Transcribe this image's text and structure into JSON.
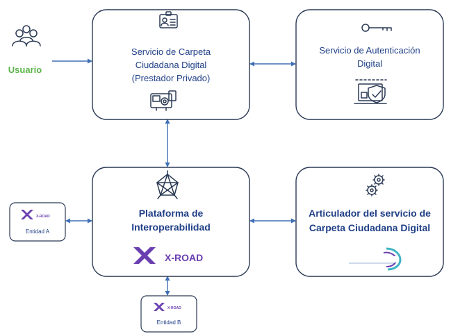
{
  "usuario": {
    "label": "Usuario"
  },
  "carpeta": {
    "lines": [
      "Servicio de Carpeta",
      "Ciudadana Digital",
      "(Prestador Privado)"
    ]
  },
  "autenticacion": {
    "lines": [
      "Servicio de Autenticación",
      "Digital"
    ]
  },
  "plataforma": {
    "lines": [
      "Plataforma de",
      "Interoperabilidad"
    ],
    "logo_text": "X-ROAD"
  },
  "articulador": {
    "lines": [
      "Articulador del servicio de",
      "Carpeta Ciudadana Digital"
    ]
  },
  "entidad_a": {
    "label": "Entidad A",
    "logo_text": "X-ROAD"
  },
  "entidad_b": {
    "label": "Entidad B",
    "logo_text": "X-ROAD"
  },
  "colors": {
    "text": "#1f3f86",
    "user": "#5bb54a",
    "connector": "#3f6fb5",
    "xroad": "#6a3fb0"
  },
  "icons": [
    "users-icon",
    "id-card-icon",
    "devices-icon",
    "key-icon",
    "secure-laptop-icon",
    "network-icon",
    "gears-icon",
    "xroad-logo",
    "digital-logo"
  ]
}
